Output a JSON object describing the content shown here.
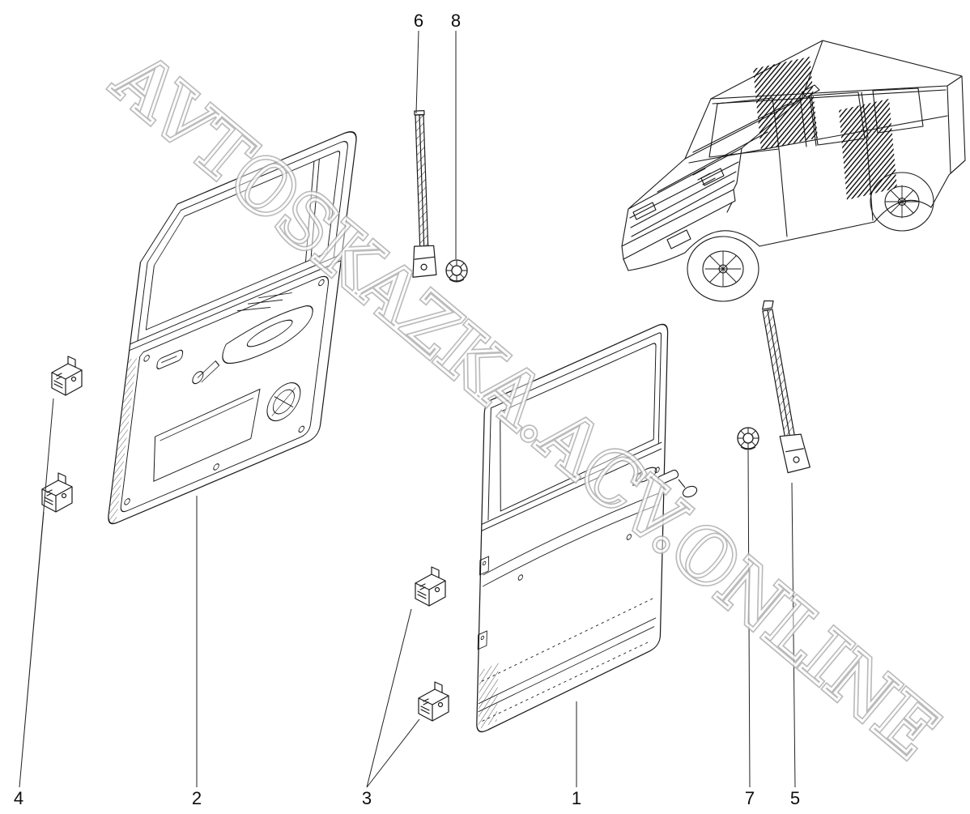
{
  "watermark": "AVTOSKAZKA.ACV.ONLINE",
  "callouts": {
    "c1": "1",
    "c2": "2",
    "c3": "3",
    "c4": "4",
    "c5": "5",
    "c6": "6",
    "c7": "7",
    "c8": "8"
  }
}
